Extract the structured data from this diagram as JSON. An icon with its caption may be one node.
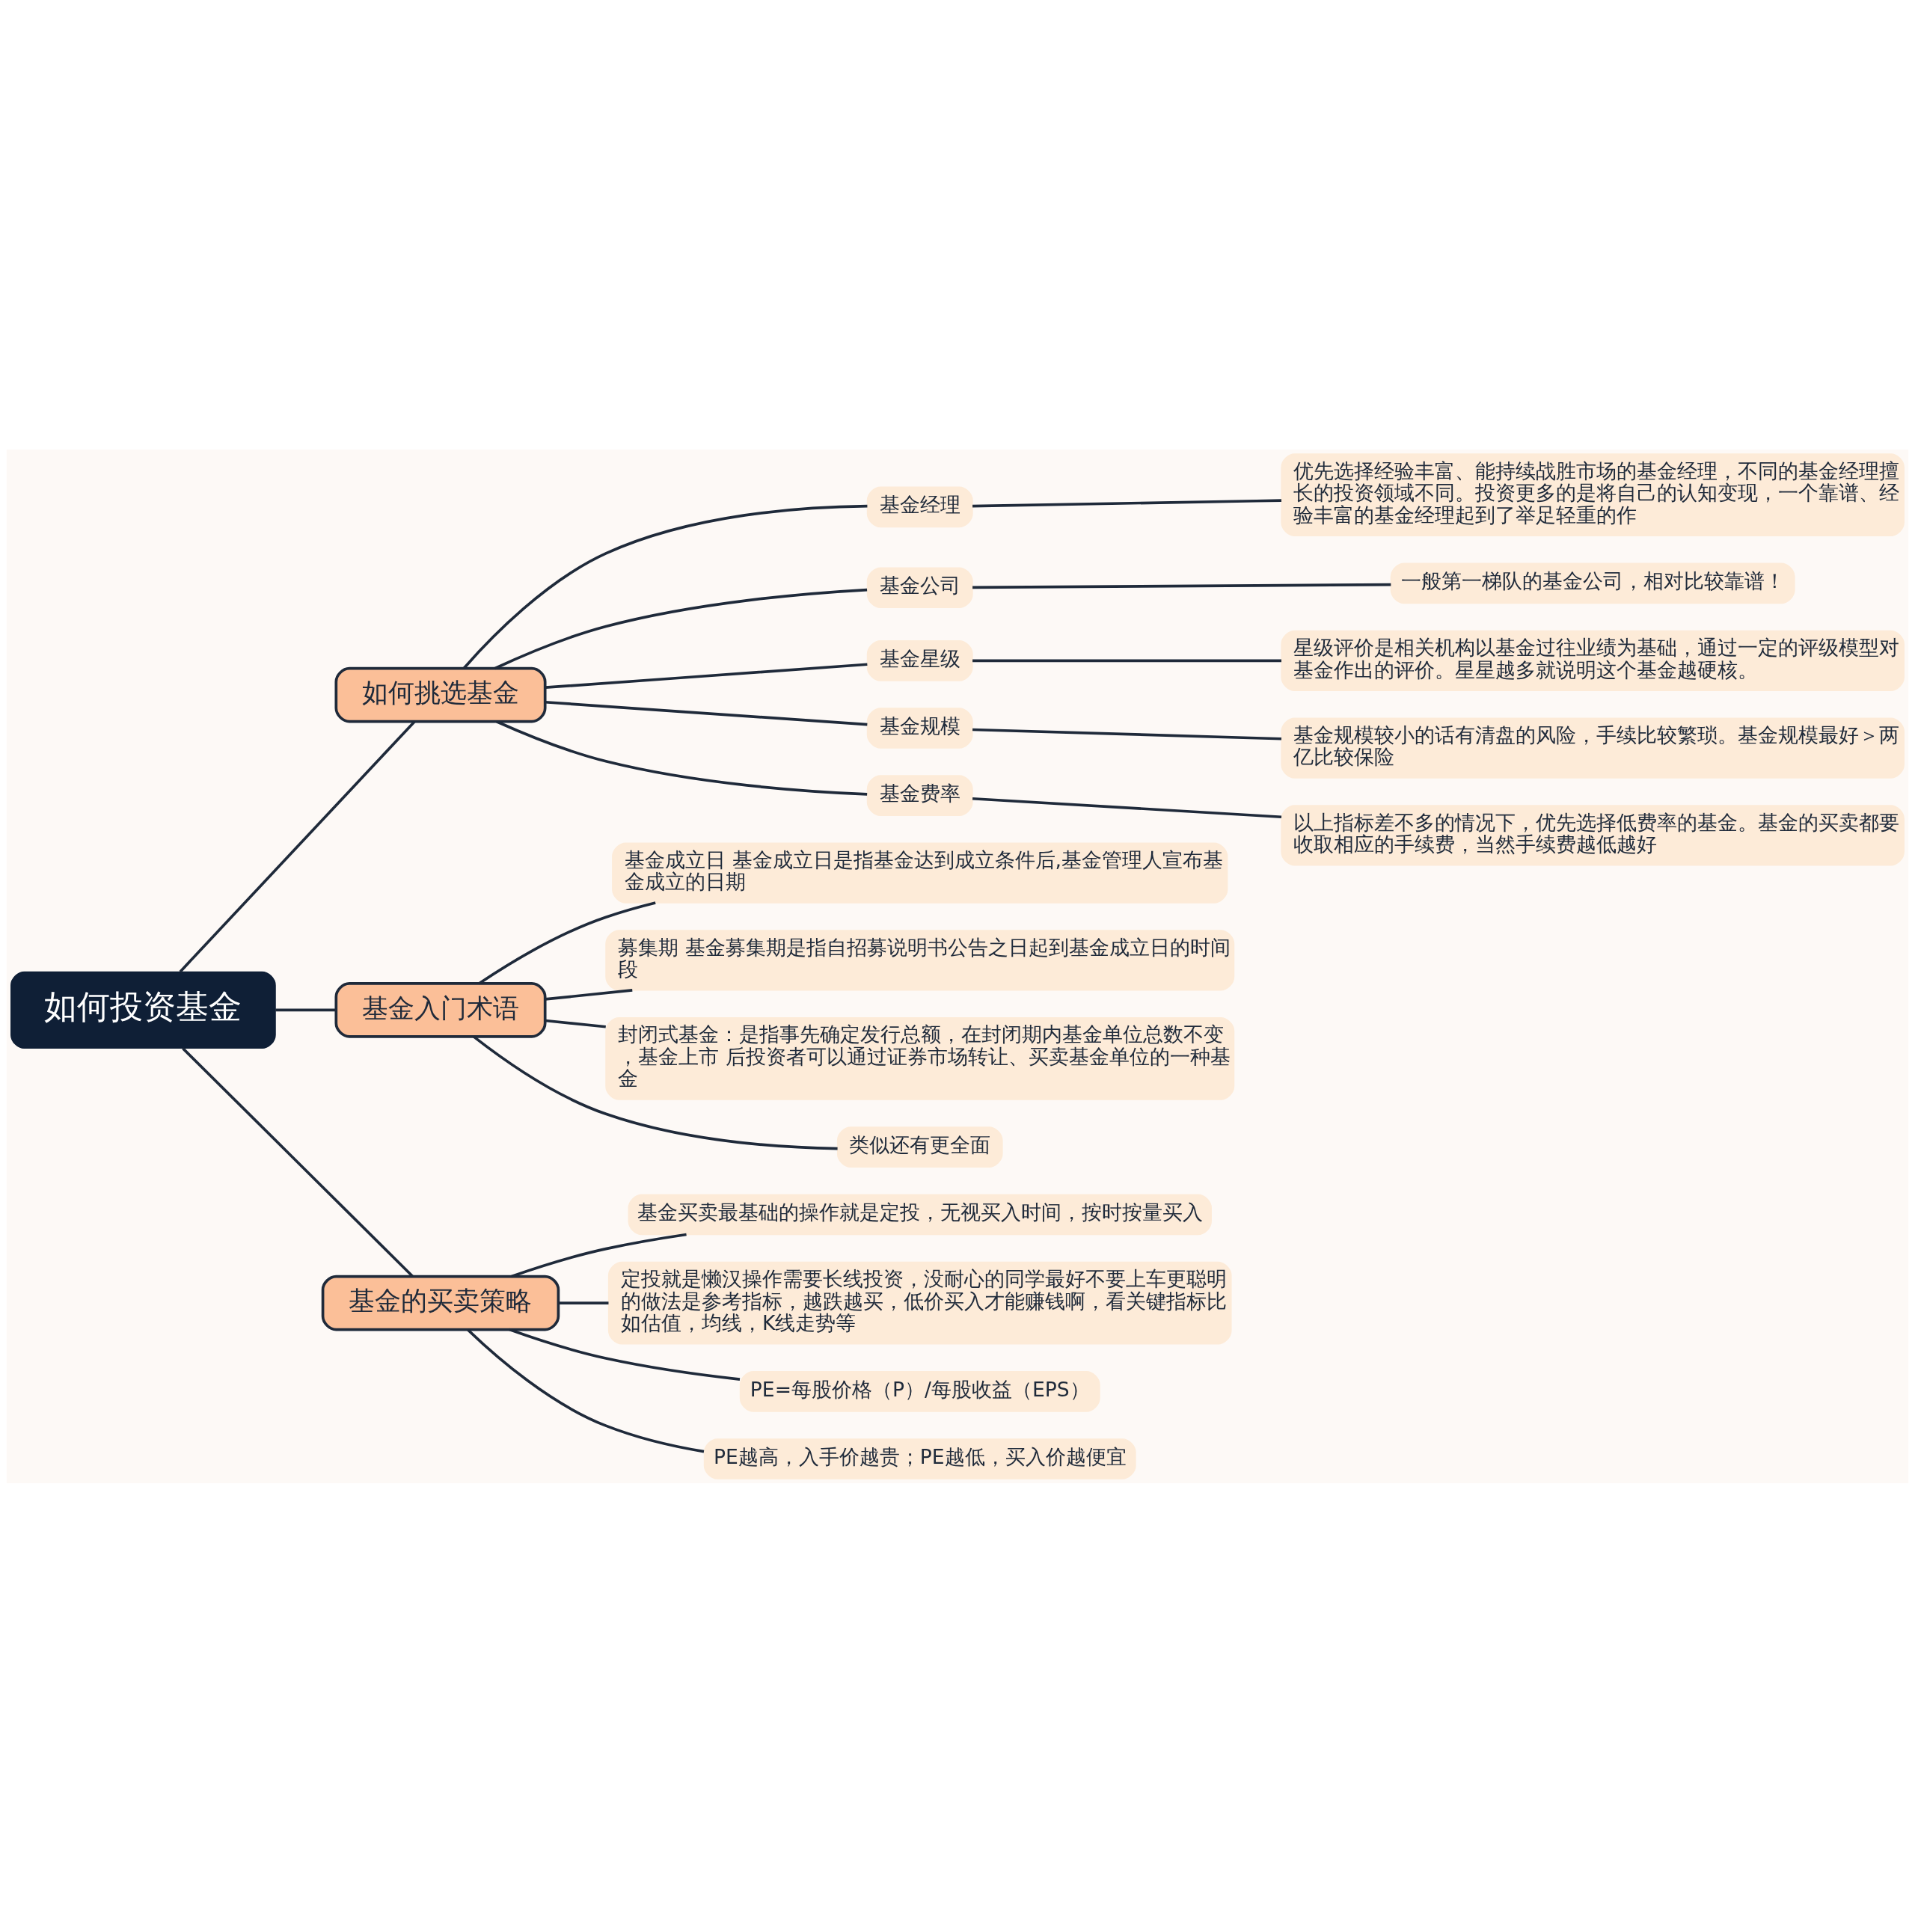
{
  "diagram": {
    "nodes": [
      {
        "text": [
          "如何投资基金"
        ]
      },
      {
        "text": [
          "如何挑选基金"
        ]
      },
      {
        "text": [
          "基金经理"
        ]
      },
      {
        "text": [
          "优先选择经验丰富、能持续战胜市场的基金经理，不同的基金经理擅长的投资领域不同。投资更多的是将自己的认知变现，一个靠谱、经验丰富的基金经理起到了举足轻重的作"
        ]
      },
      {
        "text": [
          "基金公司"
        ]
      },
      {
        "text": [
          "一般第一梯队的基金公司，相对比较靠谱！"
        ]
      },
      {
        "text": [
          "基金星级"
        ]
      },
      {
        "text": [
          "星级评价是相关机构以基金过往业绩为基础，通过一定的评级模型对基金作出的评价。星星越多就说明这个基金越硬核。"
        ]
      },
      {
        "text": [
          "基金规模"
        ]
      },
      {
        "text": [
          "基金规模较小的话有清盘的风险，手续比较繁琐。基金规模最好＞两亿比较保险"
        ]
      },
      {
        "text": [
          "基金费率"
        ]
      },
      {
        "text": [
          "以上指标差不多的情况下，优先选择低费率的基金。基金的买卖都要收取相应的手续费，当然手续费越低越好"
        ]
      },
      {
        "text": [
          "基金入门术语"
        ]
      },
      {
        "text": [
          "基金成立日 基金成立日是指基金达到成立条件后,基金管理人宣布基金成立的日期"
        ]
      },
      {
        "text": [
          "募集期 基金募集期是指自招募说明书公告之日起到基金成立日的时间段"
        ]
      },
      {
        "text": [
          "封闭式基金：是指事先确定发行总额，在封闭期内基金单位总数不变，基金上市 后投资者可以通过证券市场转让、买卖基金单位的一种基金"
        ]
      },
      {
        "text": [
          "类似还有更全面"
        ]
      },
      {
        "text": [
          "基金的买卖策略"
        ]
      },
      {
        "text": [
          "基金买卖最基础的操作就是定投，无视买入时间，按时按量买入"
        ]
      },
      {
        "text": [
          "定投就是懒汉操作需要长线投资，没耐心的同学最好不要上车更聪明的做法是参考指标，越跌越买，低价买入才能赚钱啊，看关键指标比如估值，均线，K线走势等"
        ]
      },
      {
        "text": [
          "PE=每股价格（P）/每股收益（EPS）"
        ]
      },
      {
        "text": [
          "PE越高，入手价越贵；PE越低，买入价越便宜"
        ]
      }
    ],
    "edges": [
      {
        "from": 0,
        "to": 1,
        "arrow": "none"
      },
      {
        "from": 1,
        "to": 2,
        "arrow": "none"
      },
      {
        "from": 2,
        "to": 3,
        "arrow": "none"
      },
      {
        "from": 1,
        "to": 4,
        "arrow": "none"
      },
      {
        "from": 4,
        "to": 5,
        "arrow": "none"
      },
      {
        "from": 1,
        "to": 6,
        "arrow": "none"
      },
      {
        "from": 6,
        "to": 7,
        "arrow": "none"
      },
      {
        "from": 1,
        "to": 8,
        "arrow": "none"
      },
      {
        "from": 8,
        "to": 9,
        "arrow": "none"
      },
      {
        "from": 1,
        "to": 10,
        "arrow": "none"
      },
      {
        "from": 10,
        "to": 11,
        "arrow": "none"
      },
      {
        "from": 0,
        "to": 12,
        "arrow": "none"
      },
      {
        "from": 12,
        "to": 13,
        "arrow": "none"
      },
      {
        "from": 12,
        "to": 14,
        "arrow": "none"
      },
      {
        "from": 12,
        "to": 15,
        "arrow": "none"
      },
      {
        "from": 12,
        "to": 16,
        "arrow": "none"
      },
      {
        "from": 0,
        "to": 17,
        "arrow": "none"
      },
      {
        "from": 17,
        "to": 18,
        "arrow": "none"
      },
      {
        "from": 17,
        "to": 19,
        "arrow": "none"
      },
      {
        "from": 17,
        "to": 20,
        "arrow": "none"
      },
      {
        "from": 17,
        "to": 21,
        "arrow": "none"
      }
    ]
  }
}
